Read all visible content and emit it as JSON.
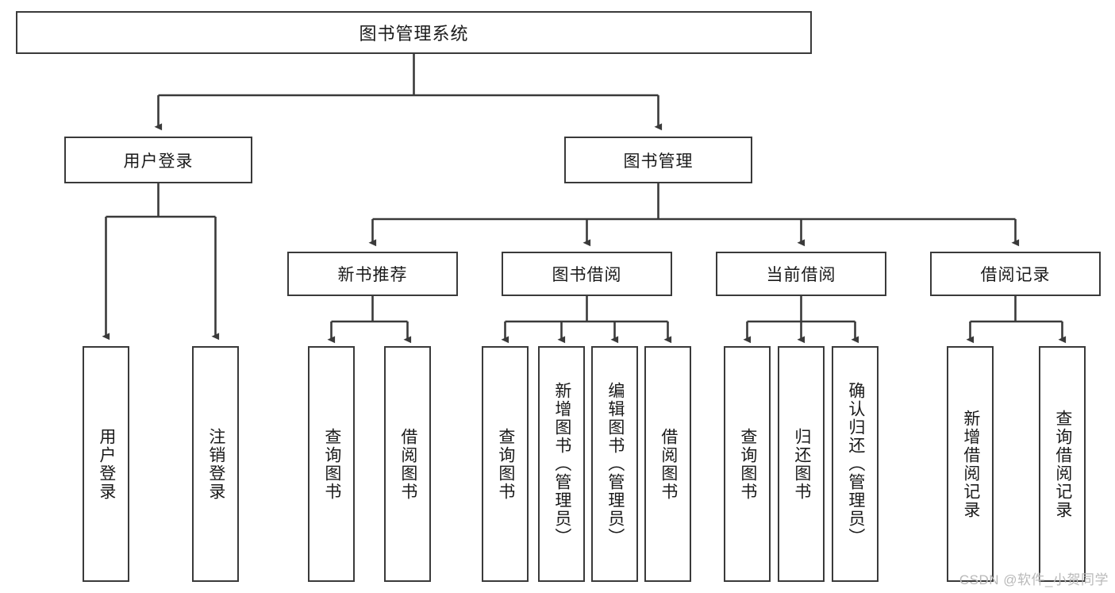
{
  "diagram": {
    "title": "图书管理系统",
    "root": {
      "label": "图书管理系统"
    },
    "level1": [
      {
        "label": "用户登录"
      },
      {
        "label": "图书管理"
      }
    ],
    "level2": [
      {
        "label": "新书推荐"
      },
      {
        "label": "图书借阅"
      },
      {
        "label": "当前借阅"
      },
      {
        "label": "借阅记录"
      }
    ],
    "leaves": {
      "user_login": [
        {
          "label": "用户登录"
        },
        {
          "label": "注销登录"
        }
      ],
      "new_book_recommend": [
        {
          "label": "查询图书"
        },
        {
          "label": "借阅图书"
        }
      ],
      "book_borrow": [
        {
          "label": "查询图书"
        },
        {
          "label": "新增图书（管理员）"
        },
        {
          "label": "编辑图书（管理员）"
        },
        {
          "label": "借阅图书"
        }
      ],
      "current_borrow": [
        {
          "label": "查询图书"
        },
        {
          "label": "归还图书"
        },
        {
          "label": "确认归还（管理员）"
        }
      ],
      "borrow_record": [
        {
          "label": "新增借阅记录"
        },
        {
          "label": "查询借阅记录"
        }
      ]
    }
  },
  "watermark": {
    "text": "CSDN @软件_小贺同学"
  },
  "colors": {
    "stroke": "#3a3a3a",
    "background": "#ffffff",
    "text": "#1a1a1a",
    "watermark": "#b9b9b9"
  }
}
